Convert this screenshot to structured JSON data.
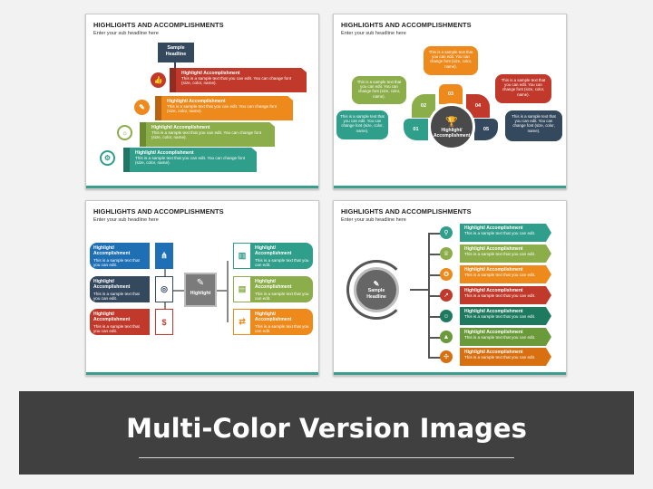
{
  "slides": {
    "title": "HIGHLIGHTS AND ACCOMPLISHMENTS",
    "subtitle": "Enter your sub headline here"
  },
  "s1": {
    "headline": "Sample Headline",
    "items": [
      {
        "title": "Highlight/ Accomplishment",
        "text": "This is a sample text that you can edit. You can change font (size, color, name).",
        "color": "#c0392b"
      },
      {
        "title": "Highlight/ Accomplishment",
        "text": "This is a sample text that you can edit. You can change font (size, color, name).",
        "color": "#ee8a1b"
      },
      {
        "title": "Highlight/ Accomplishment",
        "text": "This is a sample text that you can edit. You can change font (size, color, name).",
        "color": "#8cae4a"
      },
      {
        "title": "Highlight/ Accomplishment",
        "text": "This is a sample text that you can edit. You can change font (size, color, name).",
        "color": "#2f9e8a"
      }
    ]
  },
  "s2": {
    "center": "Highlight/ Accomplishment",
    "numbers": [
      "01",
      "02",
      "03",
      "04",
      "05"
    ],
    "bubble_text": "This is a sample text that you can edit. You can change font (size, color, name).",
    "colors": [
      "#2f9e8a",
      "#8cae4a",
      "#ee8a1b",
      "#c0392b",
      "#34495e"
    ]
  },
  "s3": {
    "center": "Highlight",
    "card_title": "Highlight/ Accomplishment",
    "card_text": "This is a sample text that you can edit.",
    "left_colors": [
      "#1f6fb5",
      "#34495e",
      "#c0392b"
    ],
    "right_colors": [
      "#2f9e8a",
      "#8cae4a",
      "#ee8a1b"
    ]
  },
  "s4": {
    "headline": "Sample Headline",
    "tag_title": "Highlight/ Accomplishment",
    "tag_text": "This is a sample text that you can edit.",
    "colors": [
      "#2f9e8a",
      "#8cae4a",
      "#ee8a1b",
      "#c0392b",
      "#1e7a5f",
      "#6a9a3a",
      "#d86f10"
    ]
  },
  "footer": {
    "title": "Multi-Color Version Images"
  }
}
